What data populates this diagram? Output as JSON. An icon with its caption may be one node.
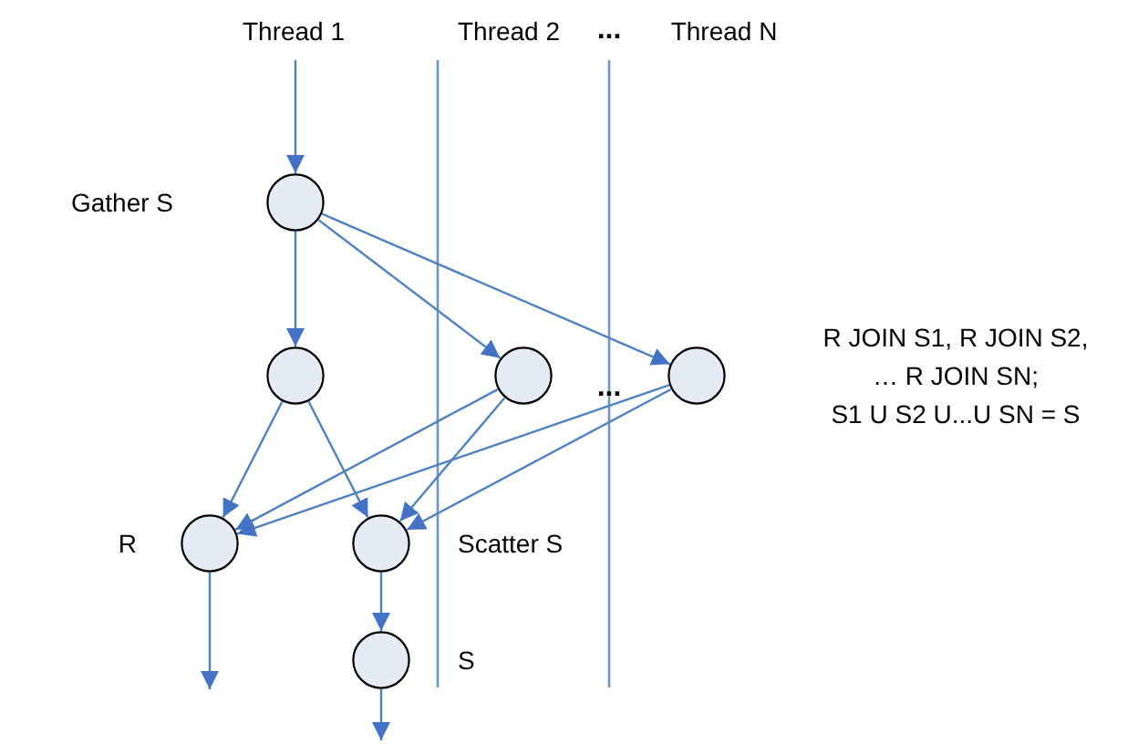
{
  "diagram": {
    "nodes": [
      {
        "text": [],
        "shape": "circle",
        "beside": [
          "Gather S"
        ]
      },
      {
        "text": [],
        "shape": "circle"
      },
      {
        "text": [],
        "shape": "circle"
      },
      {
        "text": [],
        "shape": "circle"
      },
      {
        "text": [],
        "shape": "circle",
        "beside": [
          "R"
        ]
      },
      {
        "text": [],
        "shape": "circle",
        "beside": [
          "Scatter S"
        ]
      },
      {
        "text": [],
        "shape": "circle",
        "beside": [
          "S"
        ]
      }
    ],
    "edges": [
      {
        "from": null,
        "to": 0,
        "arrow": "to"
      },
      {
        "from": 0,
        "to": 1,
        "arrow": "to"
      },
      {
        "from": 0,
        "to": 2,
        "arrow": "to"
      },
      {
        "from": 0,
        "to": 3,
        "arrow": "to"
      },
      {
        "from": 1,
        "to": 4,
        "arrow": "to"
      },
      {
        "from": 1,
        "to": 5,
        "arrow": "to"
      },
      {
        "from": 2,
        "to": 4,
        "arrow": "to"
      },
      {
        "from": 2,
        "to": 5,
        "arrow": "to"
      },
      {
        "from": 3,
        "to": 4,
        "arrow": "to"
      },
      {
        "from": 3,
        "to": 5,
        "arrow": "to"
      },
      {
        "from": 4,
        "to": null,
        "arrow": "to"
      },
      {
        "from": 5,
        "to": 6,
        "arrow": "to"
      },
      {
        "from": 6,
        "to": null,
        "arrow": "to"
      }
    ],
    "labels": [
      "Thread 1",
      "Thread 2",
      "...",
      "Thread N",
      "...",
      "R JOIN S1, R JOIN S2,",
      "… R JOIN SN;",
      "S1 U S2 U...U SN = S"
    ]
  }
}
